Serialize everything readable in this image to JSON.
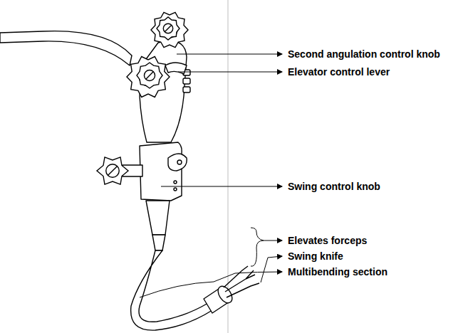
{
  "diagram": {
    "labels": [
      "Second angulation control knob",
      "Elevator control lever",
      "Swing control knob",
      "Elevates forceps",
      "Swing knife",
      "Multibending section"
    ]
  }
}
